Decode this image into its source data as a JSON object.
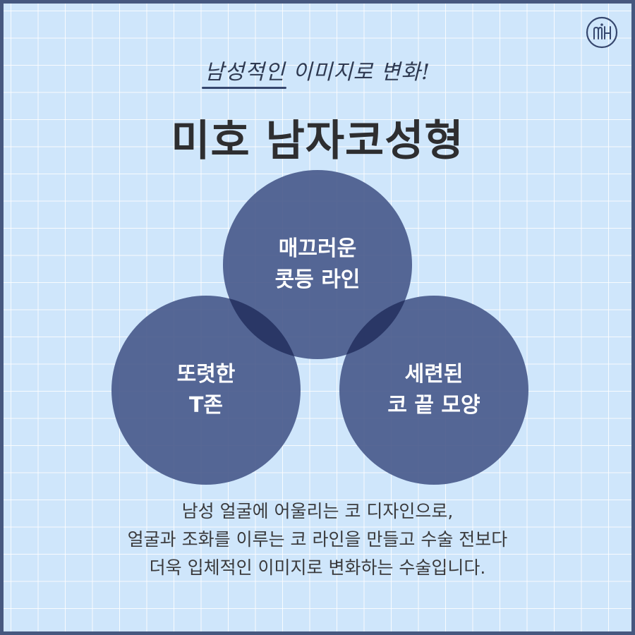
{
  "header": {
    "tagline_underlined": "남성적인",
    "tagline_rest": " 이미지로 변화!",
    "title": "미호 남자코성형"
  },
  "logo": {
    "icon": "mh-logo-icon",
    "color": "#36476e"
  },
  "venn": {
    "circle_color": "#46588a",
    "overlap_color": "#2a3766",
    "circles": [
      {
        "line1": "매끄러운",
        "line2": "콧등 라인"
      },
      {
        "line1": "또렷한",
        "line2": "T존"
      },
      {
        "line1": "세련된",
        "line2": "코 끝 모양"
      }
    ]
  },
  "description": {
    "lines": [
      "남성 얼굴에 어울리는 코 디자인으로,",
      "얼굴과 조화를 이루는 코 라인을 만들고 수술 전보다",
      "더욱 입체적인 이미지로 변화하는 수술입니다."
    ]
  },
  "colors": {
    "background": "#cfe6fb",
    "grid": "#ffffff",
    "border": "#46587f",
    "title_text": "#2e2e30"
  }
}
